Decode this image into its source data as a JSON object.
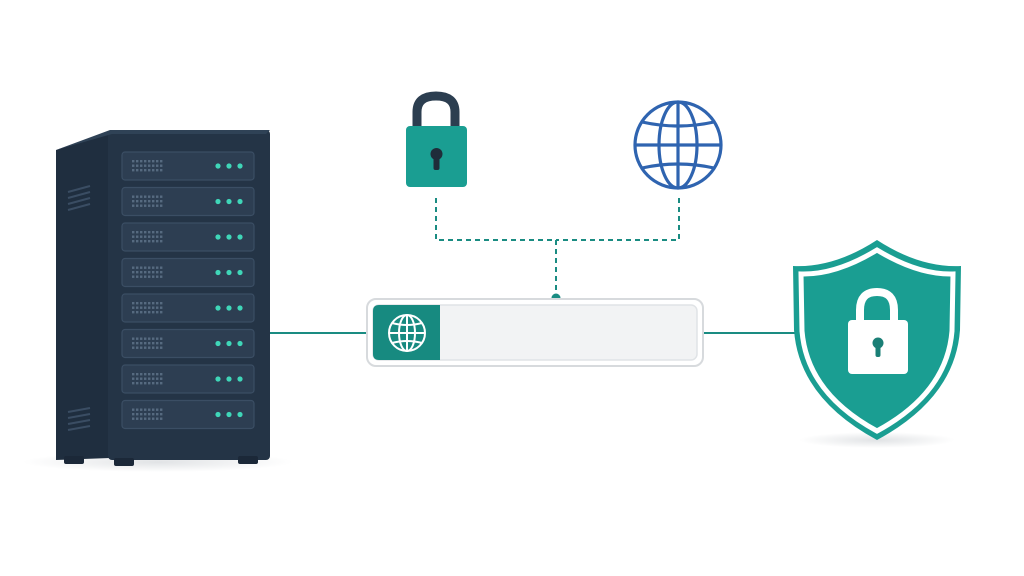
{
  "colors": {
    "background": "#ffffff",
    "server_body": "#243446",
    "server_body_dark": "#1b2838",
    "server_side": "#1f2e3f",
    "server_slot": "#2d3e52",
    "server_led": "#3fd6b8",
    "teal": "#1a9e92",
    "teal_dark": "#178a80",
    "lock_shackle": "#2c3e50",
    "lock_keyhole": "#1f2d3a",
    "globe_blue": "#2f64b0",
    "connector": "#1a8c82",
    "address_bar_fill": "#f2f3f4",
    "address_bar_border": "#d7dadd",
    "shield_border": "#ffffff"
  },
  "nodes": [
    {
      "id": "server",
      "icon": "server-rack-icon",
      "units": 8
    },
    {
      "id": "padlock",
      "icon": "padlock-icon"
    },
    {
      "id": "globe",
      "icon": "globe-icon"
    },
    {
      "id": "address-bar",
      "icon": "globe-icon"
    },
    {
      "id": "security-shield",
      "icon": "shield-lock-icon"
    }
  ],
  "edges": [
    {
      "from": "server",
      "to": "address-bar",
      "style": "solid"
    },
    {
      "from": "address-bar",
      "to": "security-shield",
      "style": "solid"
    },
    {
      "from": "padlock",
      "to": "address-bar",
      "style": "dashed"
    },
    {
      "from": "globe",
      "to": "address-bar",
      "style": "dashed"
    }
  ],
  "address_bar": {
    "text": ""
  }
}
